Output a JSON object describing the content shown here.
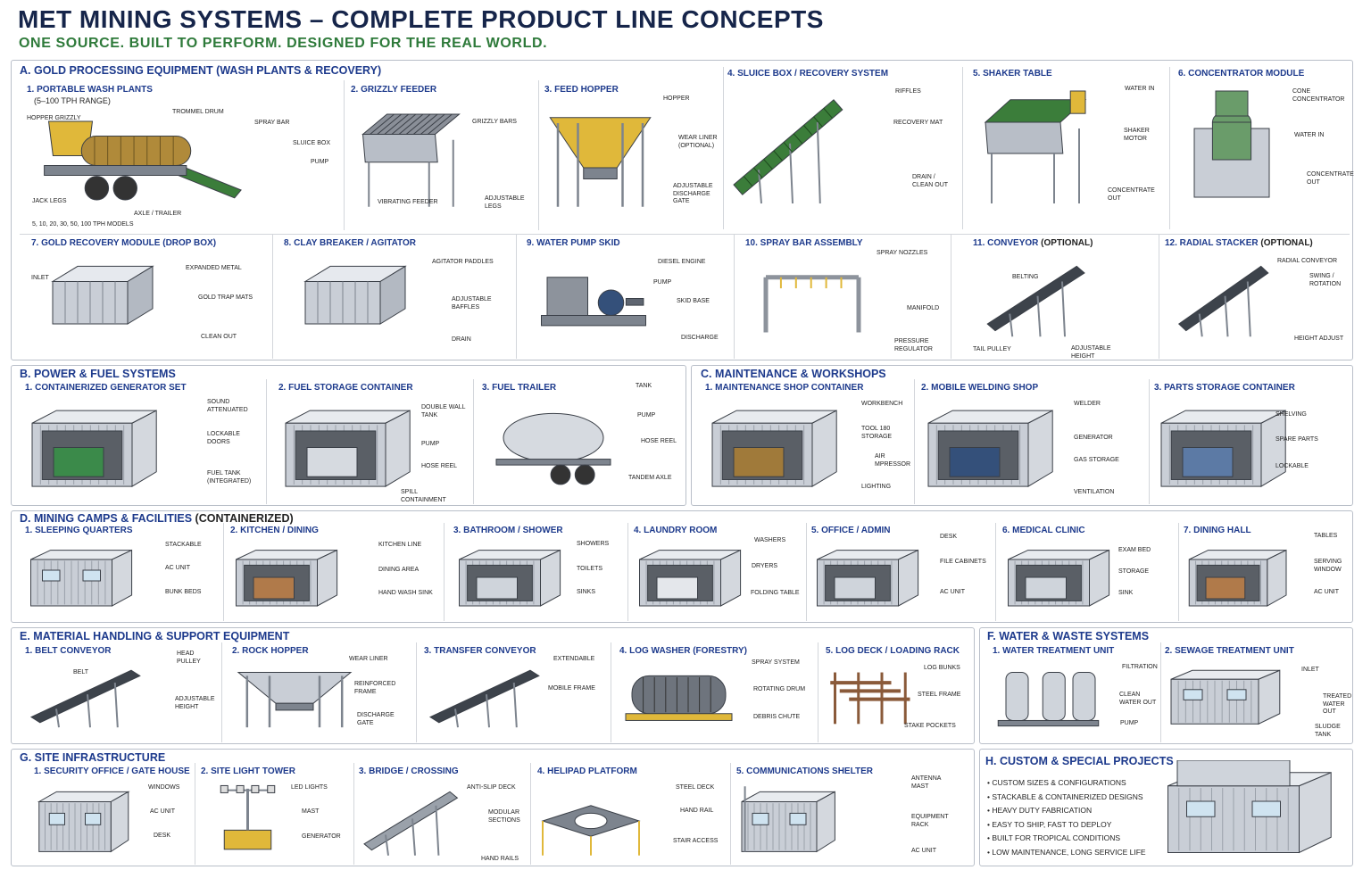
{
  "title": "MET MINING SYSTEMS – COMPLETE PRODUCT LINE CONCEPTS",
  "tagline": "ONE SOURCE. BUILT TO PERFORM. DESIGNED FOR THE REAL WORLD.",
  "colors": {
    "navy": "#1d3a8c",
    "green": "#2e7a3a",
    "steel": "#9aa1aa",
    "yellow": "#e0b83a"
  },
  "sections": [
    {
      "id": "A",
      "label": "A. GOLD PROCESSING EQUIPMENT (WASH PLANTS & RECOVERY)",
      "tail": "",
      "items": [
        {
          "title": "1. PORTABLE WASH PLANTS",
          "subtitle": "(5–100 TPH RANGE)",
          "icon": "trommel-wash-plant",
          "callouts": [
            "HOPPER GRIZZLY",
            "TROMMEL DRUM",
            "SPRAY BAR",
            "SLUICE BOX",
            "PUMP",
            "JACK LEGS",
            "AXLE / TRAILER",
            "5, 10, 20, 30, 50, 100 TPH MODELS"
          ]
        },
        {
          "title": "2. GRIZZLY FEEDER",
          "icon": "grizzly-feeder",
          "callouts": [
            "GRIZZLY BARS",
            "VIBRATING FEEDER",
            "ADJUSTABLE LEGS"
          ]
        },
        {
          "title": "3. FEED HOPPER",
          "icon": "feed-hopper",
          "callouts": [
            "HOPPER",
            "WEAR LINER (OPTIONAL)",
            "ADJUSTABLE DISCHARGE GATE"
          ]
        },
        {
          "title": "4. SLUICE BOX / RECOVERY SYSTEM",
          "icon": "sluice-box",
          "callouts": [
            "RIFFLES",
            "RECOVERY MAT",
            "DRAIN / CLEAN OUT"
          ]
        },
        {
          "title": "5. SHAKER TABLE",
          "icon": "shaker-table",
          "callouts": [
            "WATER IN",
            "SHAKER MOTOR",
            "CONCENTRATE OUT"
          ]
        },
        {
          "title": "6. CONCENTRATOR MODULE",
          "icon": "concentrator",
          "callouts": [
            "CONE CONCENTRATOR",
            "WATER IN",
            "CONCENTRATE OUT"
          ]
        },
        {
          "title": "7. GOLD RECOVERY MODULE (DROP BOX)",
          "icon": "drop-box",
          "callouts": [
            "INLET",
            "EXPANDED METAL",
            "GOLD TRAP MATS",
            "CLEAN OUT"
          ]
        },
        {
          "title": "8. CLAY BREAKER / AGITATOR",
          "icon": "clay-breaker",
          "callouts": [
            "AGITATOR PADDLES",
            "ADJUSTABLE BAFFLES",
            "DRAIN"
          ]
        },
        {
          "title": "9. WATER PUMP SKID",
          "icon": "pump-skid",
          "callouts": [
            "DIESEL ENGINE",
            "PUMP",
            "SKID BASE",
            "DISCHARGE"
          ]
        },
        {
          "title": "10. SPRAY BAR ASSEMBLY",
          "icon": "spray-bar",
          "callouts": [
            "SPRAY NOZZLES",
            "MANIFOLD",
            "PRESSURE REGULATOR"
          ]
        },
        {
          "title": "11. CONVEYOR",
          "tail": " (OPTIONAL)",
          "icon": "conveyor",
          "callouts": [
            "BELTING",
            "TAIL PULLEY",
            "ADJUSTABLE HEIGHT"
          ]
        },
        {
          "title": "12. RADIAL STACKER",
          "tail": " (OPTIONAL)",
          "icon": "radial-stacker",
          "callouts": [
            "RADIAL CONVEYOR",
            "SWING / ROTATION",
            "HEIGHT ADJUST"
          ]
        }
      ]
    },
    {
      "id": "B",
      "label": "B. POWER & FUEL SYSTEMS",
      "tail": "",
      "items": [
        {
          "title": "1. CONTAINERIZED GENERATOR SET",
          "icon": "generator-container",
          "callouts": [
            "SOUND ATTENUATED",
            "LOCKABLE DOORS",
            "FUEL TANK (INTEGRATED)"
          ]
        },
        {
          "title": "2. FUEL STORAGE CONTAINER",
          "icon": "fuel-container",
          "callouts": [
            "DOUBLE WALL TANK",
            "PUMP",
            "HOSE REEL",
            "SPILL CONTAINMENT"
          ]
        },
        {
          "title": "3. FUEL TRAILER",
          "icon": "fuel-trailer",
          "callouts": [
            "TANK",
            "PUMP",
            "HOSE REEL",
            "TANDEM AXLE"
          ]
        }
      ]
    },
    {
      "id": "C",
      "label": "C. MAINTENANCE & WORKSHOPS",
      "tail": "",
      "items": [
        {
          "title": "1. MAINTENANCE SHOP CONTAINER",
          "icon": "shop-container",
          "callouts": [
            "WORKBENCH",
            "TOOL 180 STORAGE",
            "AIR MPRESSOR",
            "LIGHTING"
          ]
        },
        {
          "title": "2. MOBILE WELDING SHOP",
          "icon": "welding-container",
          "callouts": [
            "WELDER",
            "GENERATOR",
            "GAS STORAGE",
            "VENTILATION"
          ]
        },
        {
          "title": "3. PARTS STORAGE CONTAINER",
          "icon": "parts-container",
          "callouts": [
            "SHELVING",
            "SPARE PARTS",
            "LOCKABLE"
          ]
        }
      ]
    },
    {
      "id": "D",
      "label": "D. MINING CAMPS & FACILITIES",
      "tail": " (CONTAINERIZED)",
      "items": [
        {
          "title": "1. SLEEPING QUARTERS",
          "icon": "sleeping-container",
          "callouts": [
            "STACKABLE",
            "AC UNIT",
            "BUNK BEDS"
          ]
        },
        {
          "title": "2. KITCHEN / DINING",
          "icon": "kitchen-container",
          "callouts": [
            "KITCHEN LINE",
            "DINING AREA",
            "HAND WASH SINK"
          ]
        },
        {
          "title": "3. BATHROOM / SHOWER",
          "icon": "bathroom-container",
          "callouts": [
            "SHOWERS",
            "TOILETS",
            "SINKS"
          ]
        },
        {
          "title": "4. LAUNDRY ROOM",
          "icon": "laundry-container",
          "callouts": [
            "WASHERS",
            "DRYERS",
            "FOLDING TABLE"
          ]
        },
        {
          "title": "5. OFFICE / ADMIN",
          "icon": "office-container",
          "callouts": [
            "DESK",
            "FILE CABINETS",
            "AC UNIT"
          ]
        },
        {
          "title": "6. MEDICAL CLINIC",
          "icon": "clinic-container",
          "callouts": [
            "EXAM BED",
            "STORAGE",
            "SINK"
          ]
        },
        {
          "title": "7. DINING HALL",
          "icon": "dining-container",
          "callouts": [
            "TABLES",
            "SERVING WINDOW",
            "AC UNIT"
          ]
        }
      ]
    },
    {
      "id": "E",
      "label": "E. MATERIAL HANDLING & SUPPORT EQUIPMENT",
      "tail": "",
      "items": [
        {
          "title": "1. BELT CONVEYOR",
          "icon": "belt-conveyor",
          "callouts": [
            "HEAD PULLEY",
            "BELT",
            "ADJUSTABLE HEIGHT"
          ]
        },
        {
          "title": "2. ROCK HOPPER",
          "icon": "rock-hopper",
          "callouts": [
            "WEAR LINER",
            "REINFORCED FRAME",
            "DISCHARGE GATE"
          ]
        },
        {
          "title": "3. TRANSFER CONVEYOR",
          "icon": "transfer-conveyor",
          "callouts": [
            "EXTENDABLE",
            "MOBILE FRAME"
          ]
        },
        {
          "title": "4. LOG WASHER (FORESTRY)",
          "icon": "log-washer",
          "callouts": [
            "SPRAY SYSTEM",
            "ROTATING DRUM",
            "DEBRIS CHUTE"
          ]
        },
        {
          "title": "5. LOG DECK / LOADING RACK",
          "icon": "log-deck",
          "callouts": [
            "LOG BUNKS",
            "STEEL FRAME",
            "STAKE POCKETS"
          ]
        }
      ]
    },
    {
      "id": "F",
      "label": "F. WATER & WASTE SYSTEMS",
      "tail": "",
      "items": [
        {
          "title": "1. WATER TREATMENT UNIT",
          "icon": "water-treatment",
          "callouts": [
            "FILTRATION",
            "CLEAN WATER OUT",
            "PUMP"
          ]
        },
        {
          "title": "2. SEWAGE TREATMENT UNIT",
          "icon": "sewage-container",
          "callouts": [
            "INLET",
            "TREATED WATER OUT",
            "SLUDGE TANK"
          ]
        }
      ]
    },
    {
      "id": "G",
      "label": "G. SITE INFRASTRUCTURE",
      "tail": "",
      "items": [
        {
          "title": "1. SECURITY OFFICE / GATE HOUSE",
          "icon": "gate-house",
          "callouts": [
            "WINDOWS",
            "AC UNIT",
            "DESK"
          ]
        },
        {
          "title": "2. SITE LIGHT TOWER",
          "icon": "light-tower",
          "callouts": [
            "LED LIGHTS",
            "MAST",
            "GENERATOR"
          ]
        },
        {
          "title": "3. BRIDGE / CROSSING",
          "icon": "bridge",
          "callouts": [
            "ANTI-SLIP DECK",
            "MODULAR SECTIONS",
            "HAND RAILS"
          ]
        },
        {
          "title": "4. HELIPAD PLATFORM",
          "icon": "helipad",
          "callouts": [
            "STEEL DECK",
            "HAND RAIL",
            "STAIR ACCESS"
          ]
        },
        {
          "title": "5. COMMUNICATIONS SHELTER",
          "icon": "comms-shelter",
          "callouts": [
            "ANTENNA MAST",
            "EQUIPMENT RACK",
            "AC UNIT"
          ]
        }
      ]
    },
    {
      "id": "H",
      "label": "H. CUSTOM & SPECIAL PROJECTS",
      "tail": "",
      "icon": "multi-story-container-building",
      "bullets": [
        "CUSTOM SIZES & CONFIGURATIONS",
        "STACKABLE & CONTAINERIZED DESIGNS",
        "HEAVY DUTY FABRICATION",
        "EASY TO SHIP, FAST TO DEPLOY",
        "BUILT FOR TROPICAL CONDITIONS",
        "LOW MAINTENANCE, LONG SERVICE LIFE"
      ]
    }
  ]
}
